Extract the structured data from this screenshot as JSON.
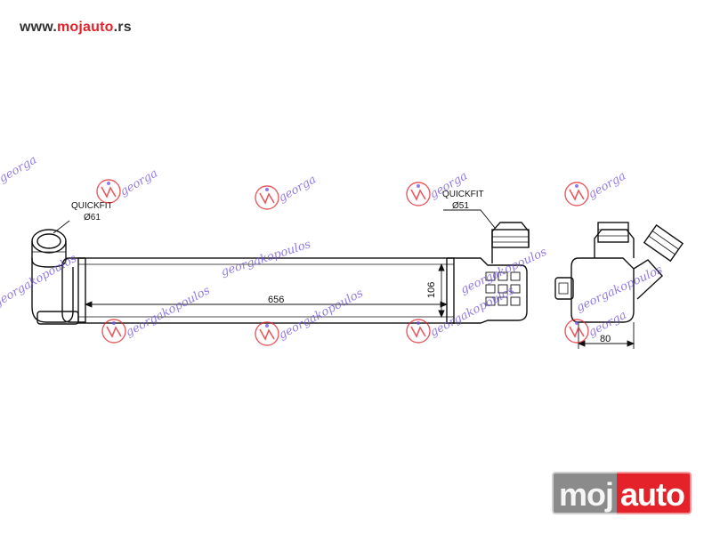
{
  "header": {
    "url_prefix": "www.",
    "url_brand": "mojauto",
    "url_suffix": ".rs"
  },
  "watermark": {
    "text": "georgakopoulos",
    "short_text": "georga"
  },
  "callouts": {
    "left_fitting_label": "QUICKFIT",
    "left_fitting_size": "Ø61",
    "right_fitting_label": "QUICKFIT",
    "right_fitting_size": "Ø51"
  },
  "dimensions": {
    "length": "656",
    "height": "106",
    "depth": "80"
  },
  "logo": {
    "part_a": "moj",
    "part_b": "auto"
  },
  "colors": {
    "line": "#111111",
    "watermark": "#6f4fd8",
    "watermark_red": "#e3222a",
    "brand_red": "#e3222a"
  }
}
